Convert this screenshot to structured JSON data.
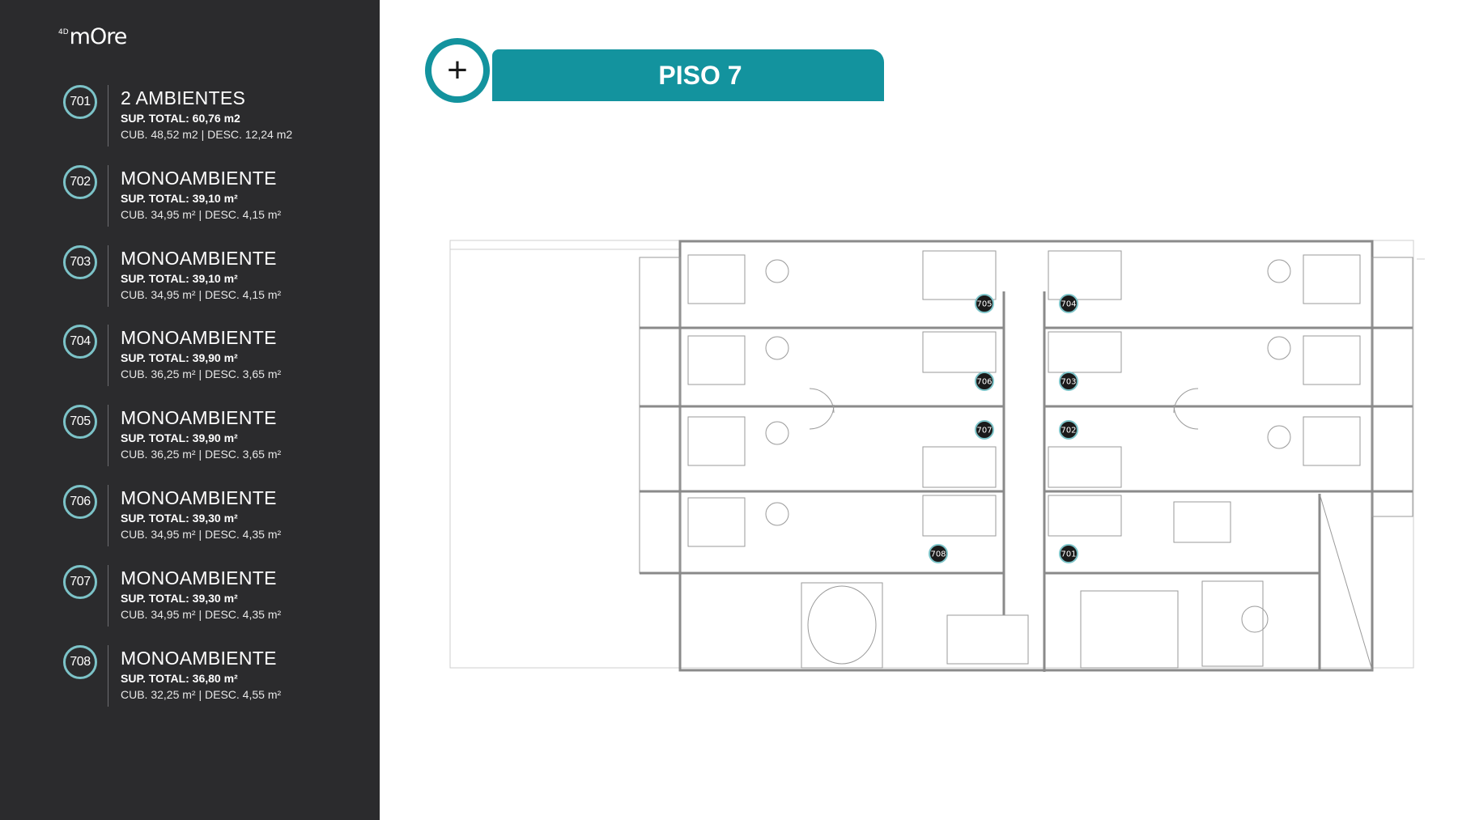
{
  "brand": {
    "superscript": "4D",
    "name": "mOre"
  },
  "header": {
    "title": "PISO 7",
    "plus_symbol": "+"
  },
  "units": [
    {
      "number": "701",
      "type": "2 AMBIENTES",
      "total": "SUP. TOTAL: 60,76 m2",
      "detail": "CUB. 48,52 m2 |  DESC. 12,24 m2"
    },
    {
      "number": "702",
      "type": "MONOAMBIENTE",
      "total": "SUP. TOTAL: 39,10 m²",
      "detail": "CUB. 34,95 m² |  DESC.  4,15 m²"
    },
    {
      "number": "703",
      "type": "MONOAMBIENTE",
      "total": "SUP. TOTAL: 39,10 m²",
      "detail": "CUB. 34,95 m² |  DESC.  4,15 m²"
    },
    {
      "number": "704",
      "type": "MONOAMBIENTE",
      "total": "SUP. TOTAL: 39,90 m²",
      "detail": "CUB. 36,25 m² |  DESC.  3,65 m²"
    },
    {
      "number": "705",
      "type": "MONOAMBIENTE",
      "total": "SUP. TOTAL: 39,90 m²",
      "detail": "CUB. 36,25 m² |  DESC.  3,65 m²"
    },
    {
      "number": "706",
      "type": "MONOAMBIENTE",
      "total": "SUP. TOTAL: 39,30 m²",
      "detail": "CUB. 34,95 m² |  DESC.  4,35 m²"
    },
    {
      "number": "707",
      "type": "MONOAMBIENTE",
      "total": "SUP. TOTAL: 39,30 m²",
      "detail": "CUB. 34,95 m² |  DESC.  4,35 m²"
    },
    {
      "number": "708",
      "type": "MONOAMBIENTE",
      "total": "SUP. TOTAL: 36,80 m²",
      "detail": "CUB. 32,25 m² |  DESC.  4,55 m²"
    }
  ],
  "plan_markers": [
    "705",
    "704",
    "706",
    "703",
    "707",
    "702",
    "708",
    "701"
  ],
  "colors": {
    "sidebar_bg": "#2b2b2d",
    "accent": "#13939e",
    "badge_ring": "#7cc3c8"
  }
}
